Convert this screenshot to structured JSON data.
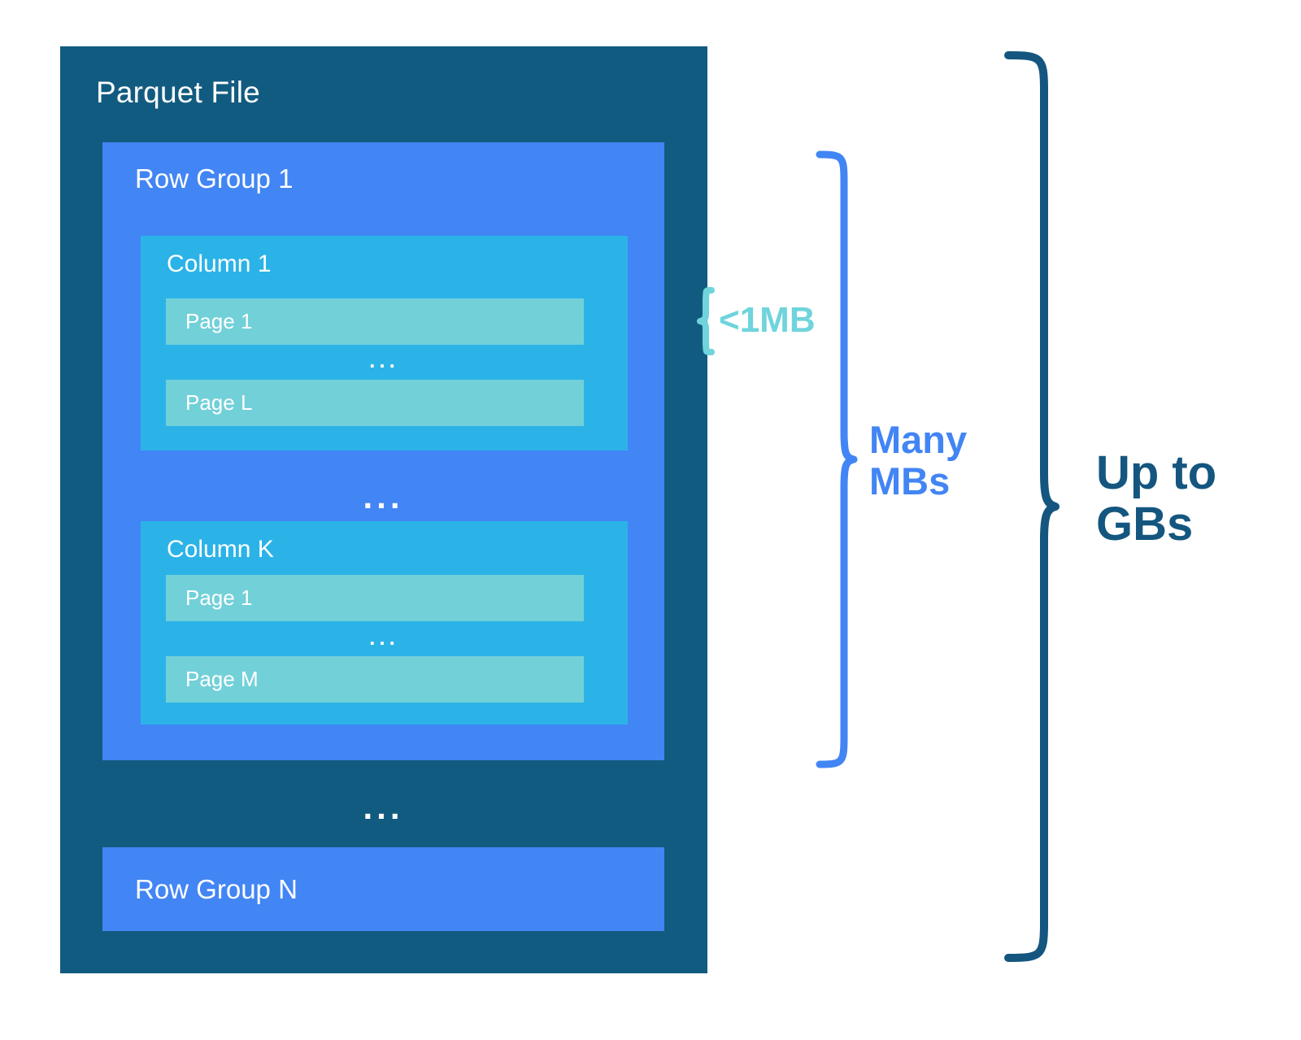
{
  "diagram": {
    "title": "Parquet File",
    "file": {
      "label": "Parquet File",
      "row_groups": [
        {
          "label": "Row Group 1",
          "columns": [
            {
              "label": "Column 1",
              "pages": [
                {
                  "label": "Page 1"
                },
                {
                  "label": "Page L"
                }
              ],
              "pages_ellipsis": "..."
            },
            {
              "label": "Column K",
              "pages": [
                {
                  "label": "Page 1"
                },
                {
                  "label": "Page M"
                }
              ],
              "pages_ellipsis": "..."
            }
          ],
          "columns_ellipsis": "..."
        },
        {
          "label": "Row Group N"
        }
      ],
      "row_groups_ellipsis": "..."
    },
    "annotations": [
      {
        "id": "page-size",
        "label": "<1MB",
        "scope": "page",
        "color": "#6FD4DC"
      },
      {
        "id": "row-group-size",
        "label": "Many\nMBs",
        "line1": "Many",
        "line2": "MBs",
        "scope": "row-group",
        "color": "#4285F4"
      },
      {
        "id": "file-size",
        "label": "Up to\nGBs",
        "line1": "Up to",
        "line2": "GBs",
        "scope": "file",
        "color": "#14567F"
      }
    ],
    "colors": {
      "background": "#FFFFFF",
      "file_box": "#125B80",
      "row_group_box": "#4285F4",
      "column_box": "#2BB3E8",
      "page_box": "#72D0D8",
      "text_on_box": "#FFFFFF",
      "brace_page": "#6FD4DC",
      "brace_row_group": "#4285F4",
      "brace_file": "#14567F"
    }
  }
}
